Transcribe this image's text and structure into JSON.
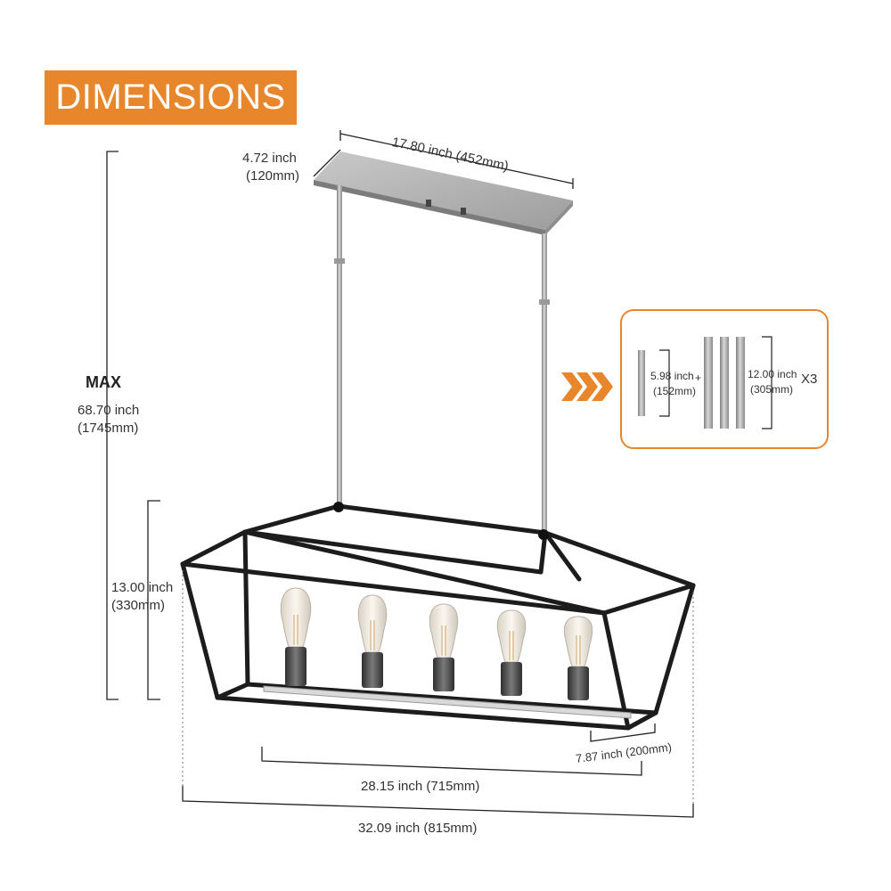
{
  "header": {
    "title": "DIMENSIONS"
  },
  "canopy": {
    "width_label": "17.80 inch (452mm)",
    "depth_inch": "4.72 inch",
    "depth_mm": "(120mm)"
  },
  "height_max": {
    "max_label": "MAX",
    "inch": "68.70 inch",
    "mm": "(1745mm)"
  },
  "cage_height": {
    "inch": "13.00 inch",
    "mm": "(330mm)"
  },
  "inner_length": "28.15 inch (715mm)",
  "outer_length": "32.09 inch (815mm)",
  "cage_depth": "7.87 inch (200mm)",
  "rods": {
    "short_inch": "5.98 inch",
    "short_mm": "(152mm)",
    "plus": "+",
    "long_inch": "12.00 inch",
    "long_mm": "(305mm)",
    "multiplier": "X3"
  },
  "colors": {
    "accent": "#e8862b",
    "frame": "#1c1c1c",
    "nickel": "#a7a7a7",
    "bulb_glass": "#f3ece0",
    "socket": "#4a4a4a"
  }
}
